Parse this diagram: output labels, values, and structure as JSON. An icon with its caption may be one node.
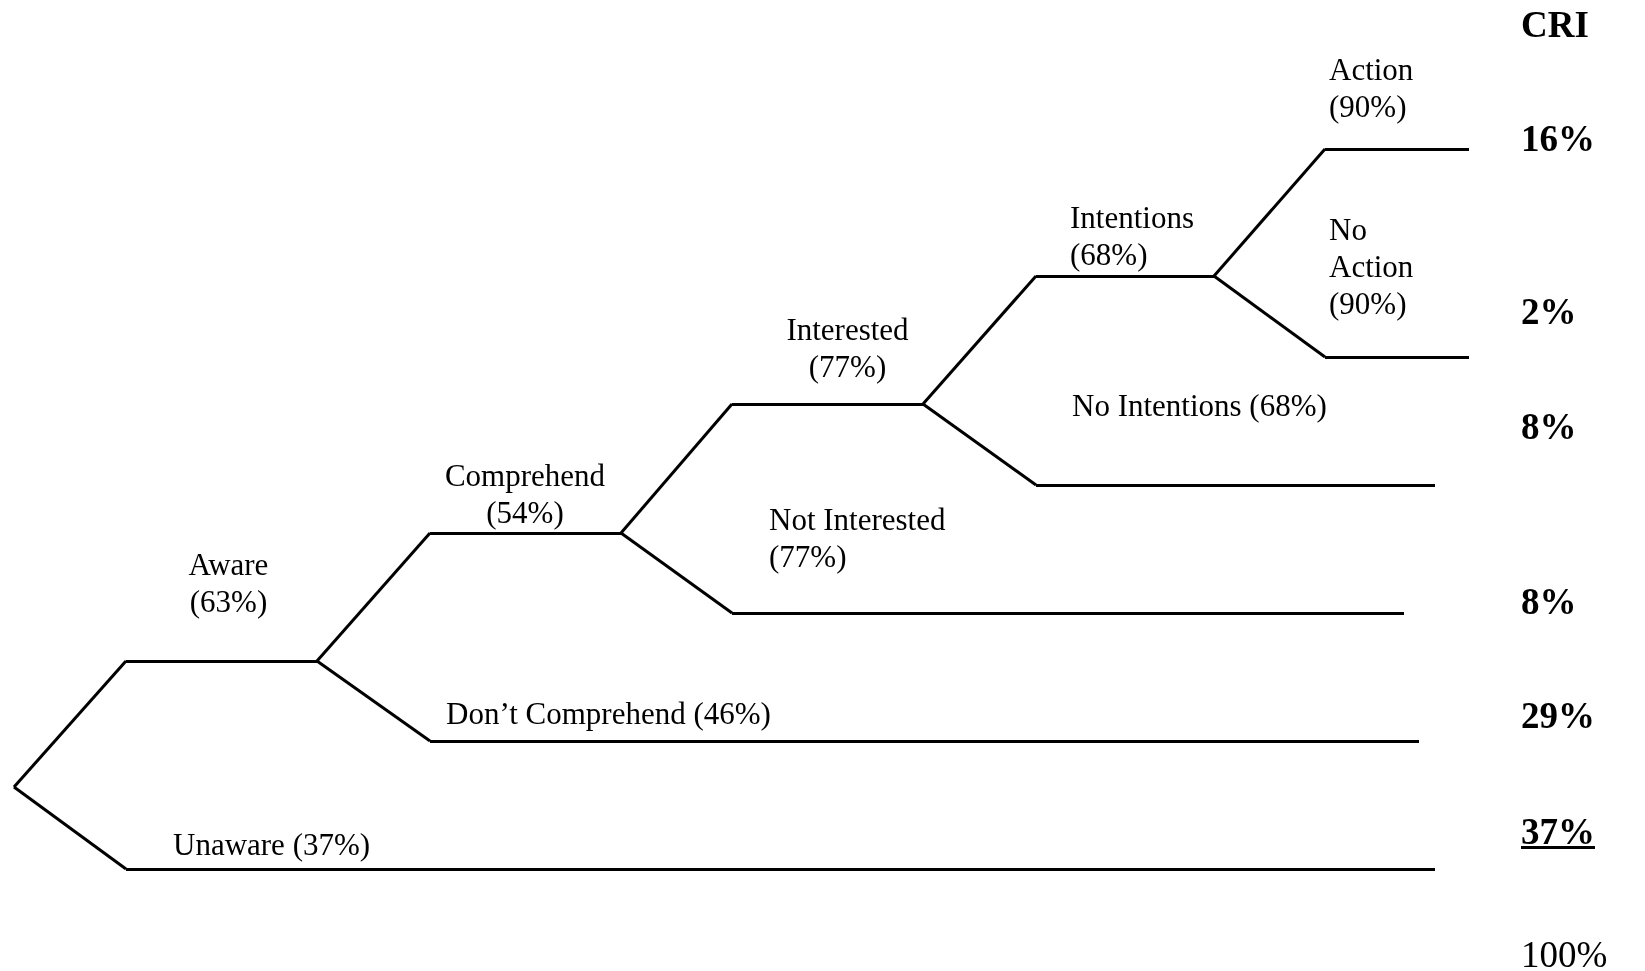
{
  "diagram": {
    "nodes": [
      {
        "text": [
          "Aware (63%)"
        ]
      },
      {
        "text": [
          "Unaware (37%)"
        ]
      },
      {
        "text": [
          "Comprehend (54%)"
        ]
      },
      {
        "text": [
          "Don’t Comprehend (46%)"
        ]
      },
      {
        "text": [
          "Interested (77%)"
        ]
      },
      {
        "text": [
          "Not Interested (77%)"
        ]
      },
      {
        "text": [
          "Intentions (68%)"
        ]
      },
      {
        "text": [
          "No Intentions (68%)"
        ]
      },
      {
        "text": [
          "Action (90%)"
        ]
      },
      {
        "text": [
          "No Action (90%)"
        ]
      }
    ],
    "edges": [
      {
        "from": null,
        "to": 0,
        "arrow": "none"
      },
      {
        "from": null,
        "to": 1,
        "arrow": "none"
      },
      {
        "from": 0,
        "to": 2,
        "arrow": "none"
      },
      {
        "from": 0,
        "to": 3,
        "arrow": "none"
      },
      {
        "from": 2,
        "to": 4,
        "arrow": "none"
      },
      {
        "from": 2,
        "to": 5,
        "arrow": "none"
      },
      {
        "from": 4,
        "to": 6,
        "arrow": "none"
      },
      {
        "from": 4,
        "to": 7,
        "arrow": "none"
      },
      {
        "from": 6,
        "to": 8,
        "arrow": "none"
      },
      {
        "from": 6,
        "to": 9,
        "arrow": "none"
      }
    ],
    "labels": [
      "CRI",
      "16%",
      "2%",
      "8%",
      "8%",
      "29%",
      "37%",
      "100%"
    ]
  }
}
